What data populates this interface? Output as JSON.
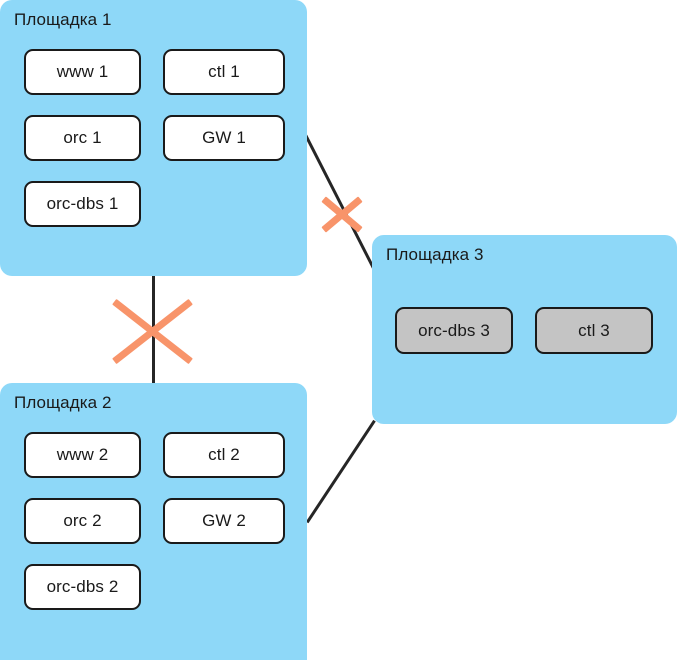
{
  "diagram": {
    "title": "Площадка 1 / Площадка 2 / Площадка 3",
    "colors": {
      "site_background": "#8ED8F8",
      "node_border": "#1a1a1a",
      "node_fill": "#ffffff",
      "node_fill_inactive": "#C4C4C4",
      "link": "#262626",
      "break_cross": "#F8946A",
      "canvas": "#ffffff"
    },
    "sites": [
      {
        "id": "site1",
        "label": "Площадка 1",
        "nodes": [
          {
            "id": "www1",
            "label": "www 1",
            "state": "active"
          },
          {
            "id": "ctl1",
            "label": "ctl 1",
            "state": "active"
          },
          {
            "id": "orc1",
            "label": "orc 1",
            "state": "active"
          },
          {
            "id": "gw1",
            "label": "GW 1",
            "state": "active"
          },
          {
            "id": "orcdbs1",
            "label": "orc-dbs 1",
            "state": "active"
          }
        ]
      },
      {
        "id": "site2",
        "label": "Площадка 2",
        "nodes": [
          {
            "id": "www2",
            "label": "www 2",
            "state": "active"
          },
          {
            "id": "ctl2",
            "label": "ctl 2",
            "state": "active"
          },
          {
            "id": "orc2",
            "label": "orc 2",
            "state": "active"
          },
          {
            "id": "gw2",
            "label": "GW 2",
            "state": "active"
          },
          {
            "id": "orcdbs2",
            "label": "orc-dbs 2",
            "state": "active"
          }
        ]
      },
      {
        "id": "site3",
        "label": "Площадка 3",
        "nodes": [
          {
            "id": "orcdbs3",
            "label": "orc-dbs 3",
            "state": "inactive"
          },
          {
            "id": "ctl3",
            "label": "ctl 3",
            "state": "inactive"
          }
        ]
      }
    ],
    "links": [
      {
        "id": "link-1-2",
        "from": "site1",
        "to": "site2",
        "status": "broken"
      },
      {
        "id": "link-1-3",
        "from": "site1",
        "to": "site3",
        "status": "broken"
      },
      {
        "id": "link-2-3",
        "from": "site2",
        "to": "site3",
        "status": "up"
      }
    ],
    "break_markers": [
      {
        "id": "cross-1-2",
        "on_link": "link-1-2",
        "symbol": "x-cross"
      },
      {
        "id": "cross-1-3",
        "on_link": "link-1-3",
        "symbol": "x-cross"
      }
    ]
  }
}
